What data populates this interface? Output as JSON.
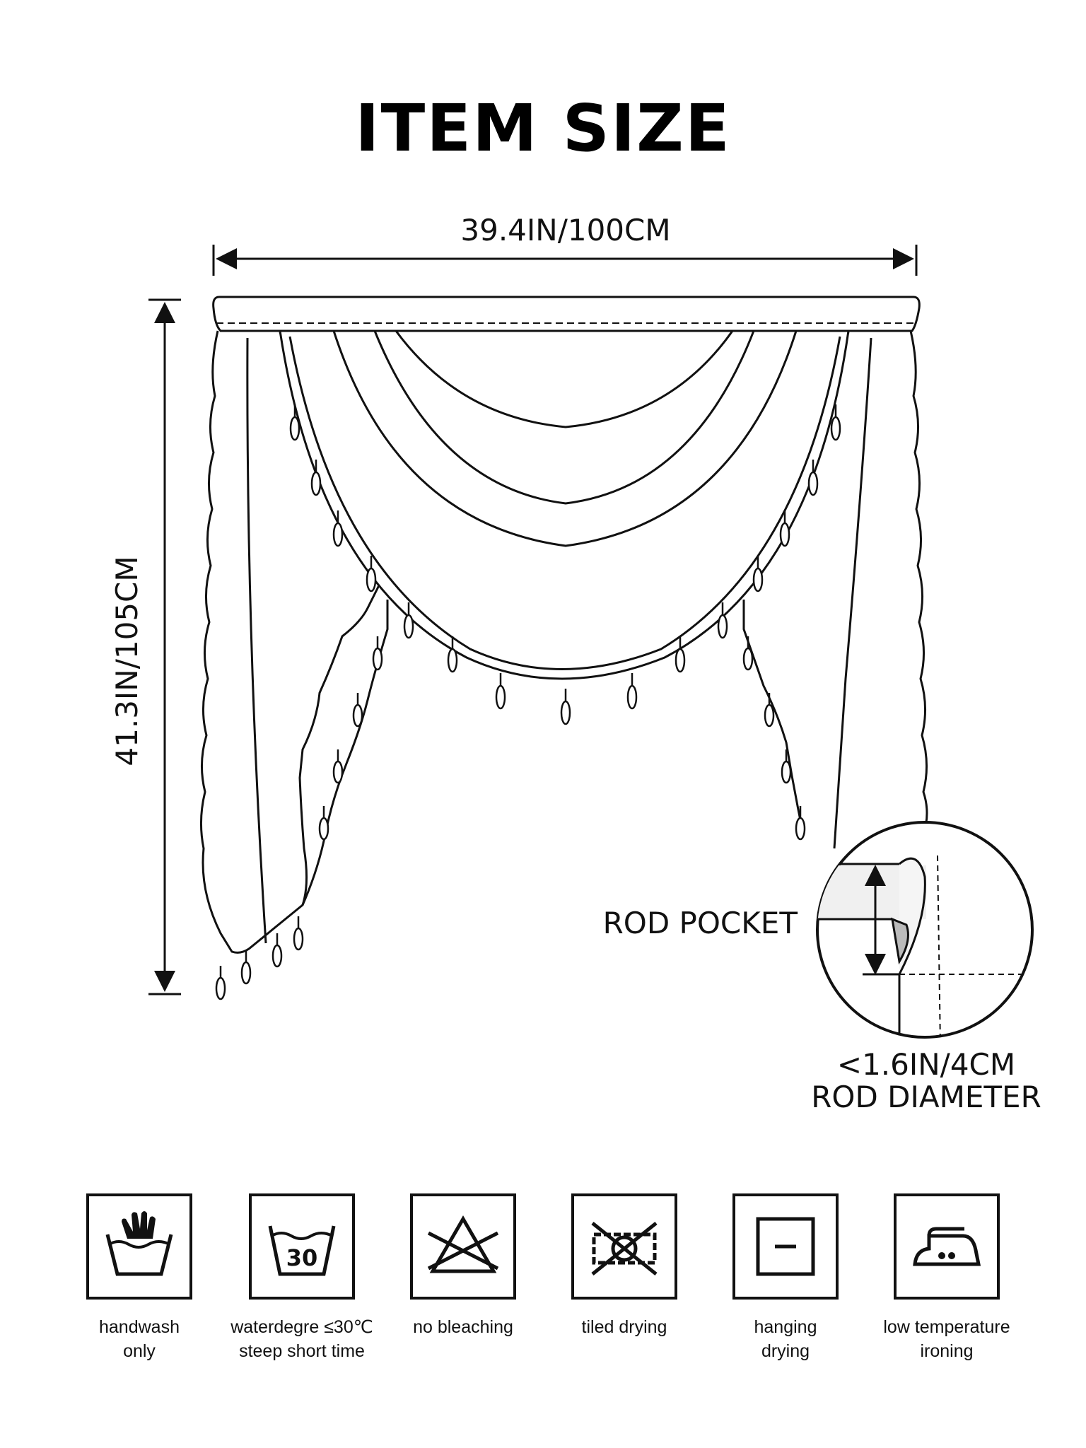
{
  "title": "ITEM SIZE",
  "dimensions": {
    "width": "39.4IN/100CM",
    "height": "41.3IN/105CM",
    "rod_pocket": "ROD POCKET",
    "rod_diameter_value": "<1.6IN/4CM",
    "rod_diameter_label": "ROD DIAMETER"
  },
  "care": [
    {
      "icon": "handwash-icon",
      "label": "handwash\nonly"
    },
    {
      "icon": "water-temp-30-icon",
      "label": "waterdegre ≤30℃\nsteep short time",
      "temp": "30"
    },
    {
      "icon": "no-bleach-icon",
      "label": "no bleaching"
    },
    {
      "icon": "no-tumble-dry-icon",
      "label": "tiled drying"
    },
    {
      "icon": "hanging-dry-icon",
      "label": "hanging\ndrying"
    },
    {
      "icon": "low-iron-icon",
      "label": "low temperature\nironing"
    }
  ]
}
